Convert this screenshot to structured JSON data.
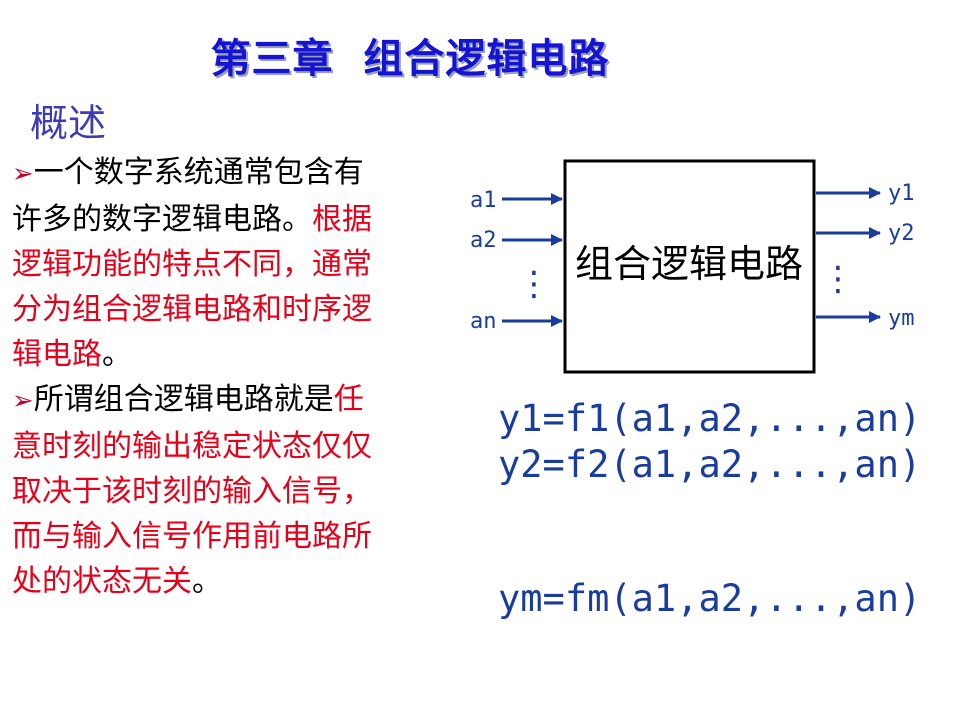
{
  "title": "第三章  组合逻辑电路",
  "section": "概述",
  "bullets": [
    {
      "arrow": "➢",
      "black1": "一个数字系统通常包含有许多的数字逻辑电路。",
      "red1": "根据逻辑功能的特点不同，通常分为组合逻辑电路和时序逻辑电路",
      "black2": "。"
    },
    {
      "arrow": "➢",
      "black1": "所谓组合逻辑电路就是",
      "red1": "任意时刻的输出稳定状态仅仅取决于该时刻的输入信号，而与输入信号作用前电路所处的状态无关",
      "black2": "。"
    }
  ],
  "diagram": {
    "box_label": "组合逻辑电路",
    "inputs": [
      "a1",
      "a2",
      "an"
    ],
    "outputs": [
      "y1",
      "y2",
      "ym"
    ],
    "ellipsis": "⋮"
  },
  "formulas": [
    "y1=f1(a1,a2,...,an)",
    "y2=f2(a1,a2,...,an)",
    "ym=fm(a1,a2,...,an)"
  ],
  "colors": {
    "title": "#1414d2",
    "section": "#3c3cb4",
    "red_text": "#e6001a",
    "formula": "#1a3c9c",
    "arrow": "#1a3c9c"
  }
}
